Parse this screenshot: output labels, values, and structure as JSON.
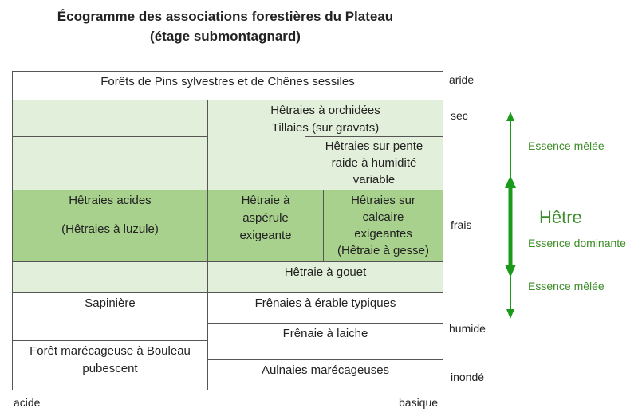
{
  "title": [
    "Écogramme des associations forestières du Plateau",
    "(étage submontagnard)"
  ],
  "cells": {
    "pins": "Forêts de Pins sylvestres et de Chênes sessiles",
    "orchid1": "Hêtraies à orchidées",
    "orchid2": "Tillaies (sur gravats)",
    "pente1": "Hêtraies sur pente",
    "pente2": "raide à humidité",
    "pente3": "variable",
    "acides1": "Hêtraies acides",
    "acides2": "(Hêtraies à luzule)",
    "asp1": "Hêtraie à",
    "asp2": "aspérule",
    "asp3": "exigeante",
    "calc1": "Hêtraies sur",
    "calc2": "calcaire",
    "calc3": "exigeantes",
    "calc4": "(Hêtraie à gesse)",
    "gouet": "Hêtraie à gouet",
    "sapin": "Sapinière",
    "erable": "Frênaies à érable typiques",
    "laiche": "Frênaie à laiche",
    "marec1": "Forêt marécageuse à Bouleau",
    "marec2": "pubescent",
    "aulnaies": "Aulnaies marécageuses"
  },
  "humidity_axis": [
    "aride",
    "sec",
    "frais",
    "humide",
    "inondé"
  ],
  "ph_axis": {
    "left": "acide",
    "right": "basique"
  },
  "beech": {
    "title": "Hêtre",
    "dominant": "Essence dominante",
    "mixed_top": "Essence mêlée",
    "mixed_bottom": "Essence mêlée"
  },
  "colors": {
    "light": "#e2efda",
    "dark": "#a9d18e",
    "arrow": "#1a9a1a",
    "text_green": "#3c8c28"
  }
}
